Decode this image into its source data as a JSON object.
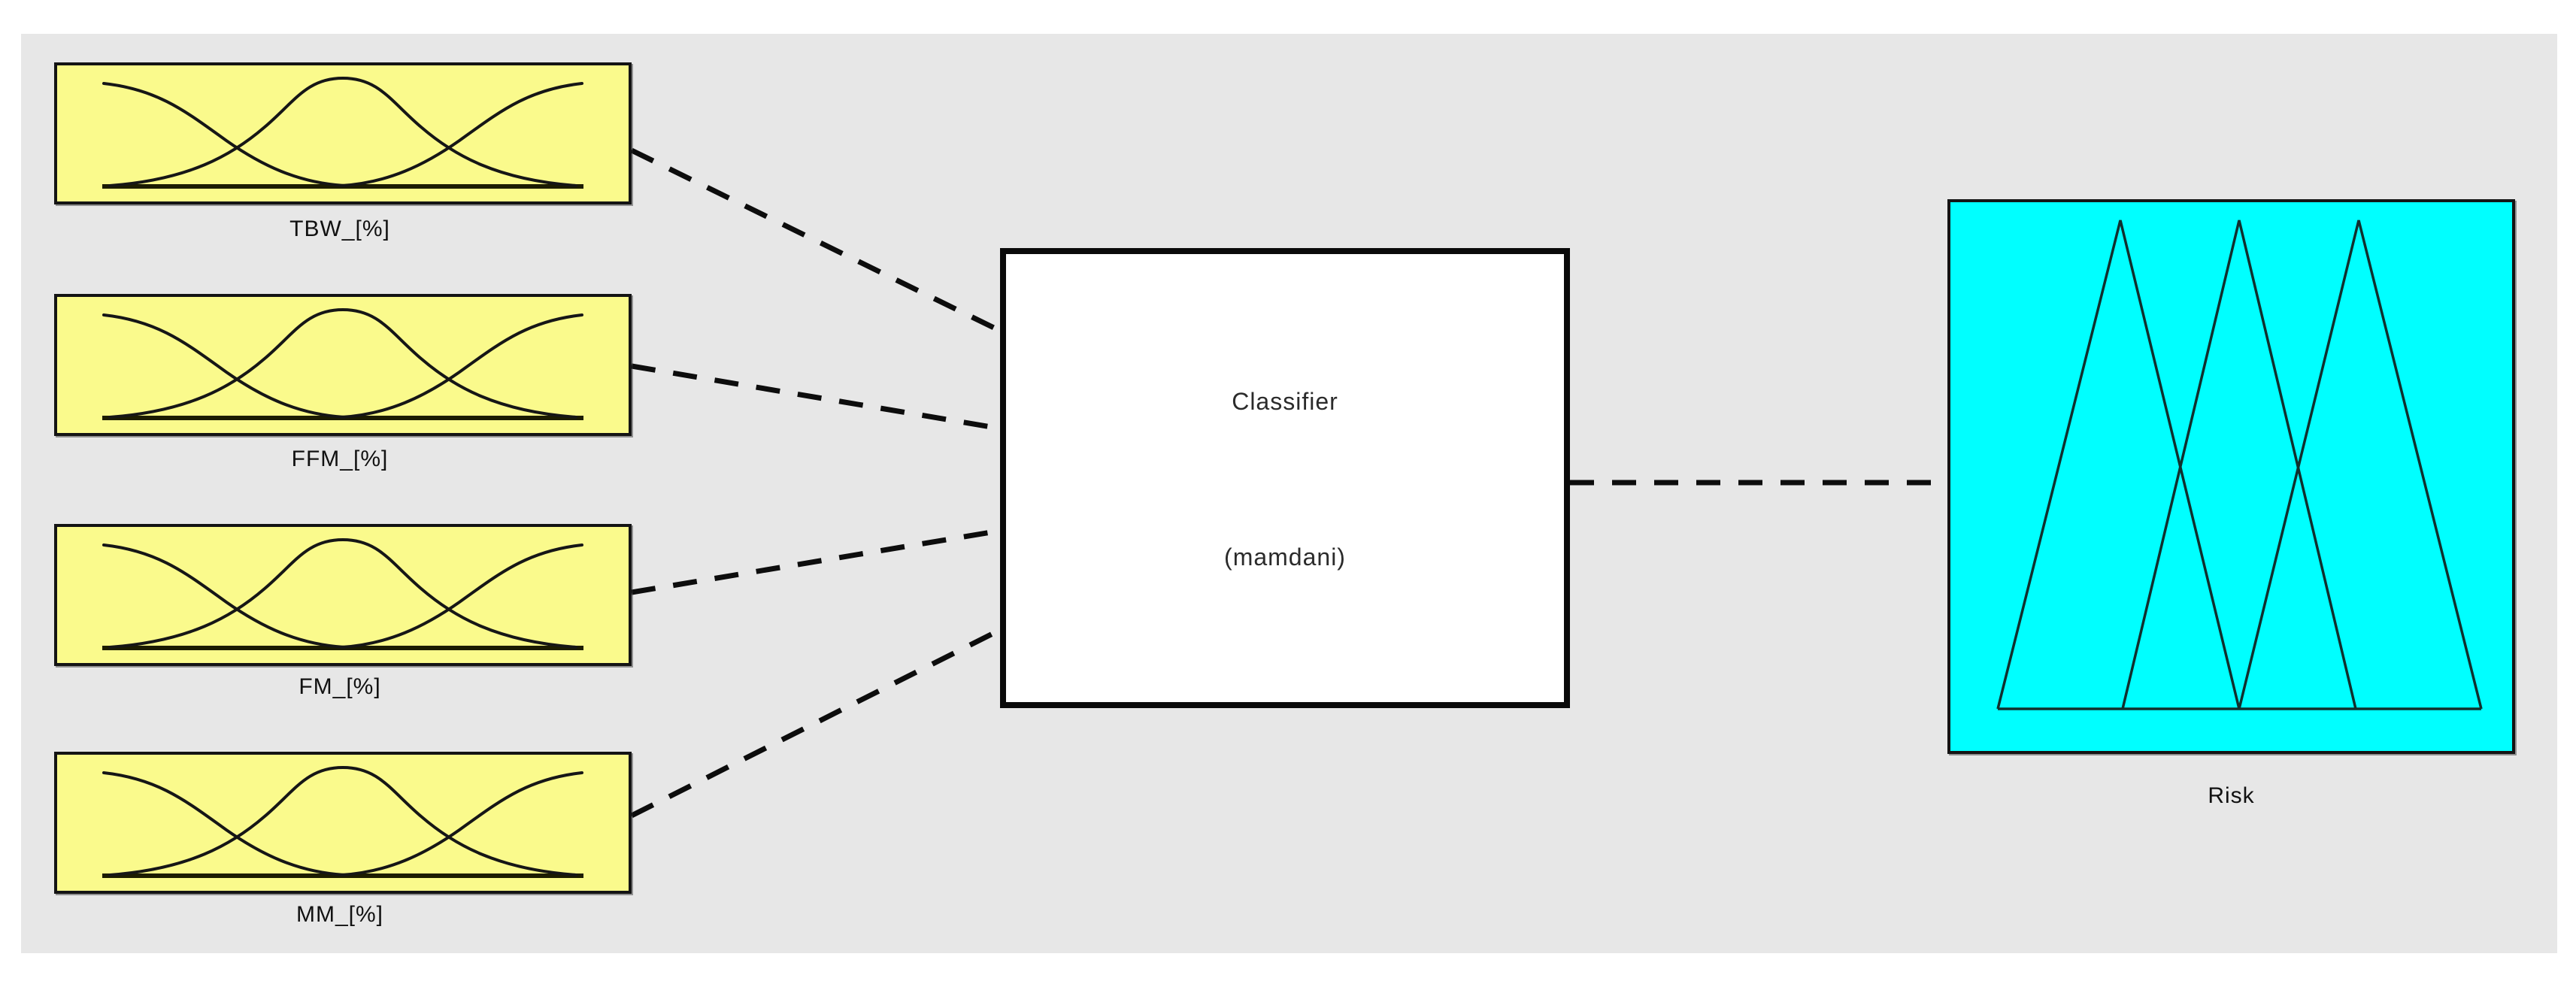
{
  "diagram": {
    "title_implicit": "Fuzzy inference system structure",
    "inputs": [
      {
        "label": "TBW_[%]",
        "mf_count": 3,
        "mf_shape": "gaussian"
      },
      {
        "label": "FFM_[%]",
        "mf_count": 3,
        "mf_shape": "gaussian"
      },
      {
        "label": "FM_[%]",
        "mf_count": 3,
        "mf_shape": "gaussian"
      },
      {
        "label": "MM_[%]",
        "mf_count": 3,
        "mf_shape": "gaussian"
      }
    ],
    "classifier": {
      "name": "Classifier",
      "type_label": "(mamdani)"
    },
    "output": {
      "label": "Risk",
      "mf_count": 3,
      "mf_shape": "triangular"
    },
    "connections": [
      {
        "from": "TBW_[%]",
        "to": "Classifier",
        "style": "dashed"
      },
      {
        "from": "FFM_[%]",
        "to": "Classifier",
        "style": "dashed"
      },
      {
        "from": "FM_[%]",
        "to": "Classifier",
        "style": "dashed"
      },
      {
        "from": "MM_[%]",
        "to": "Classifier",
        "style": "dashed"
      },
      {
        "from": "Classifier",
        "to": "Risk",
        "style": "dashed"
      }
    ],
    "colors": {
      "page_bg": "#ffffff",
      "panel_bg": "#e7e7e7",
      "input_box": "#fafa8c",
      "classifier_box": "#ffffff",
      "output_box": "#00ffff",
      "line": "#0d0d0d"
    }
  }
}
